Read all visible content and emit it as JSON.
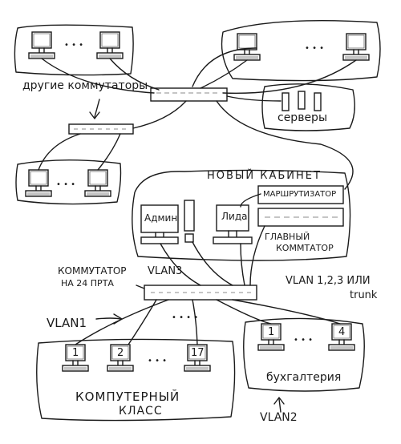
{
  "labels": {
    "other_switches": "другие коммутаторы",
    "servers": "серверы",
    "new_cabinet": "НОВЫЙ КАБИНЕТ",
    "router": "МАРШРУТИЗАТОР",
    "main_switch_1": "ГЛАВНЫЙ",
    "main_switch_2": "КОММТАТОР",
    "admin": "Админ",
    "lida": "Лида",
    "switch24_1": "КОММУТАТОР",
    "switch24_2": "НА 24 ПРТА",
    "vlan3": "VLAN3",
    "vlan_trunk_1": "VLAN 1,2,3 ИЛИ",
    "vlan_trunk_2": "trunk",
    "vlan1": "VLAN1",
    "classroom_1": "КОМПУТЕРНЫЙ",
    "classroom_2": "КЛАСС",
    "accounting": "бухгалтерия",
    "vlan2": "VLAN2",
    "pc_1": "1",
    "pc_2": "2",
    "pc_17": "17",
    "acc_pc_1": "1",
    "acc_pc_4": "4",
    "ellipsis": "• • •",
    "ellipsis_small": "• • • •"
  }
}
